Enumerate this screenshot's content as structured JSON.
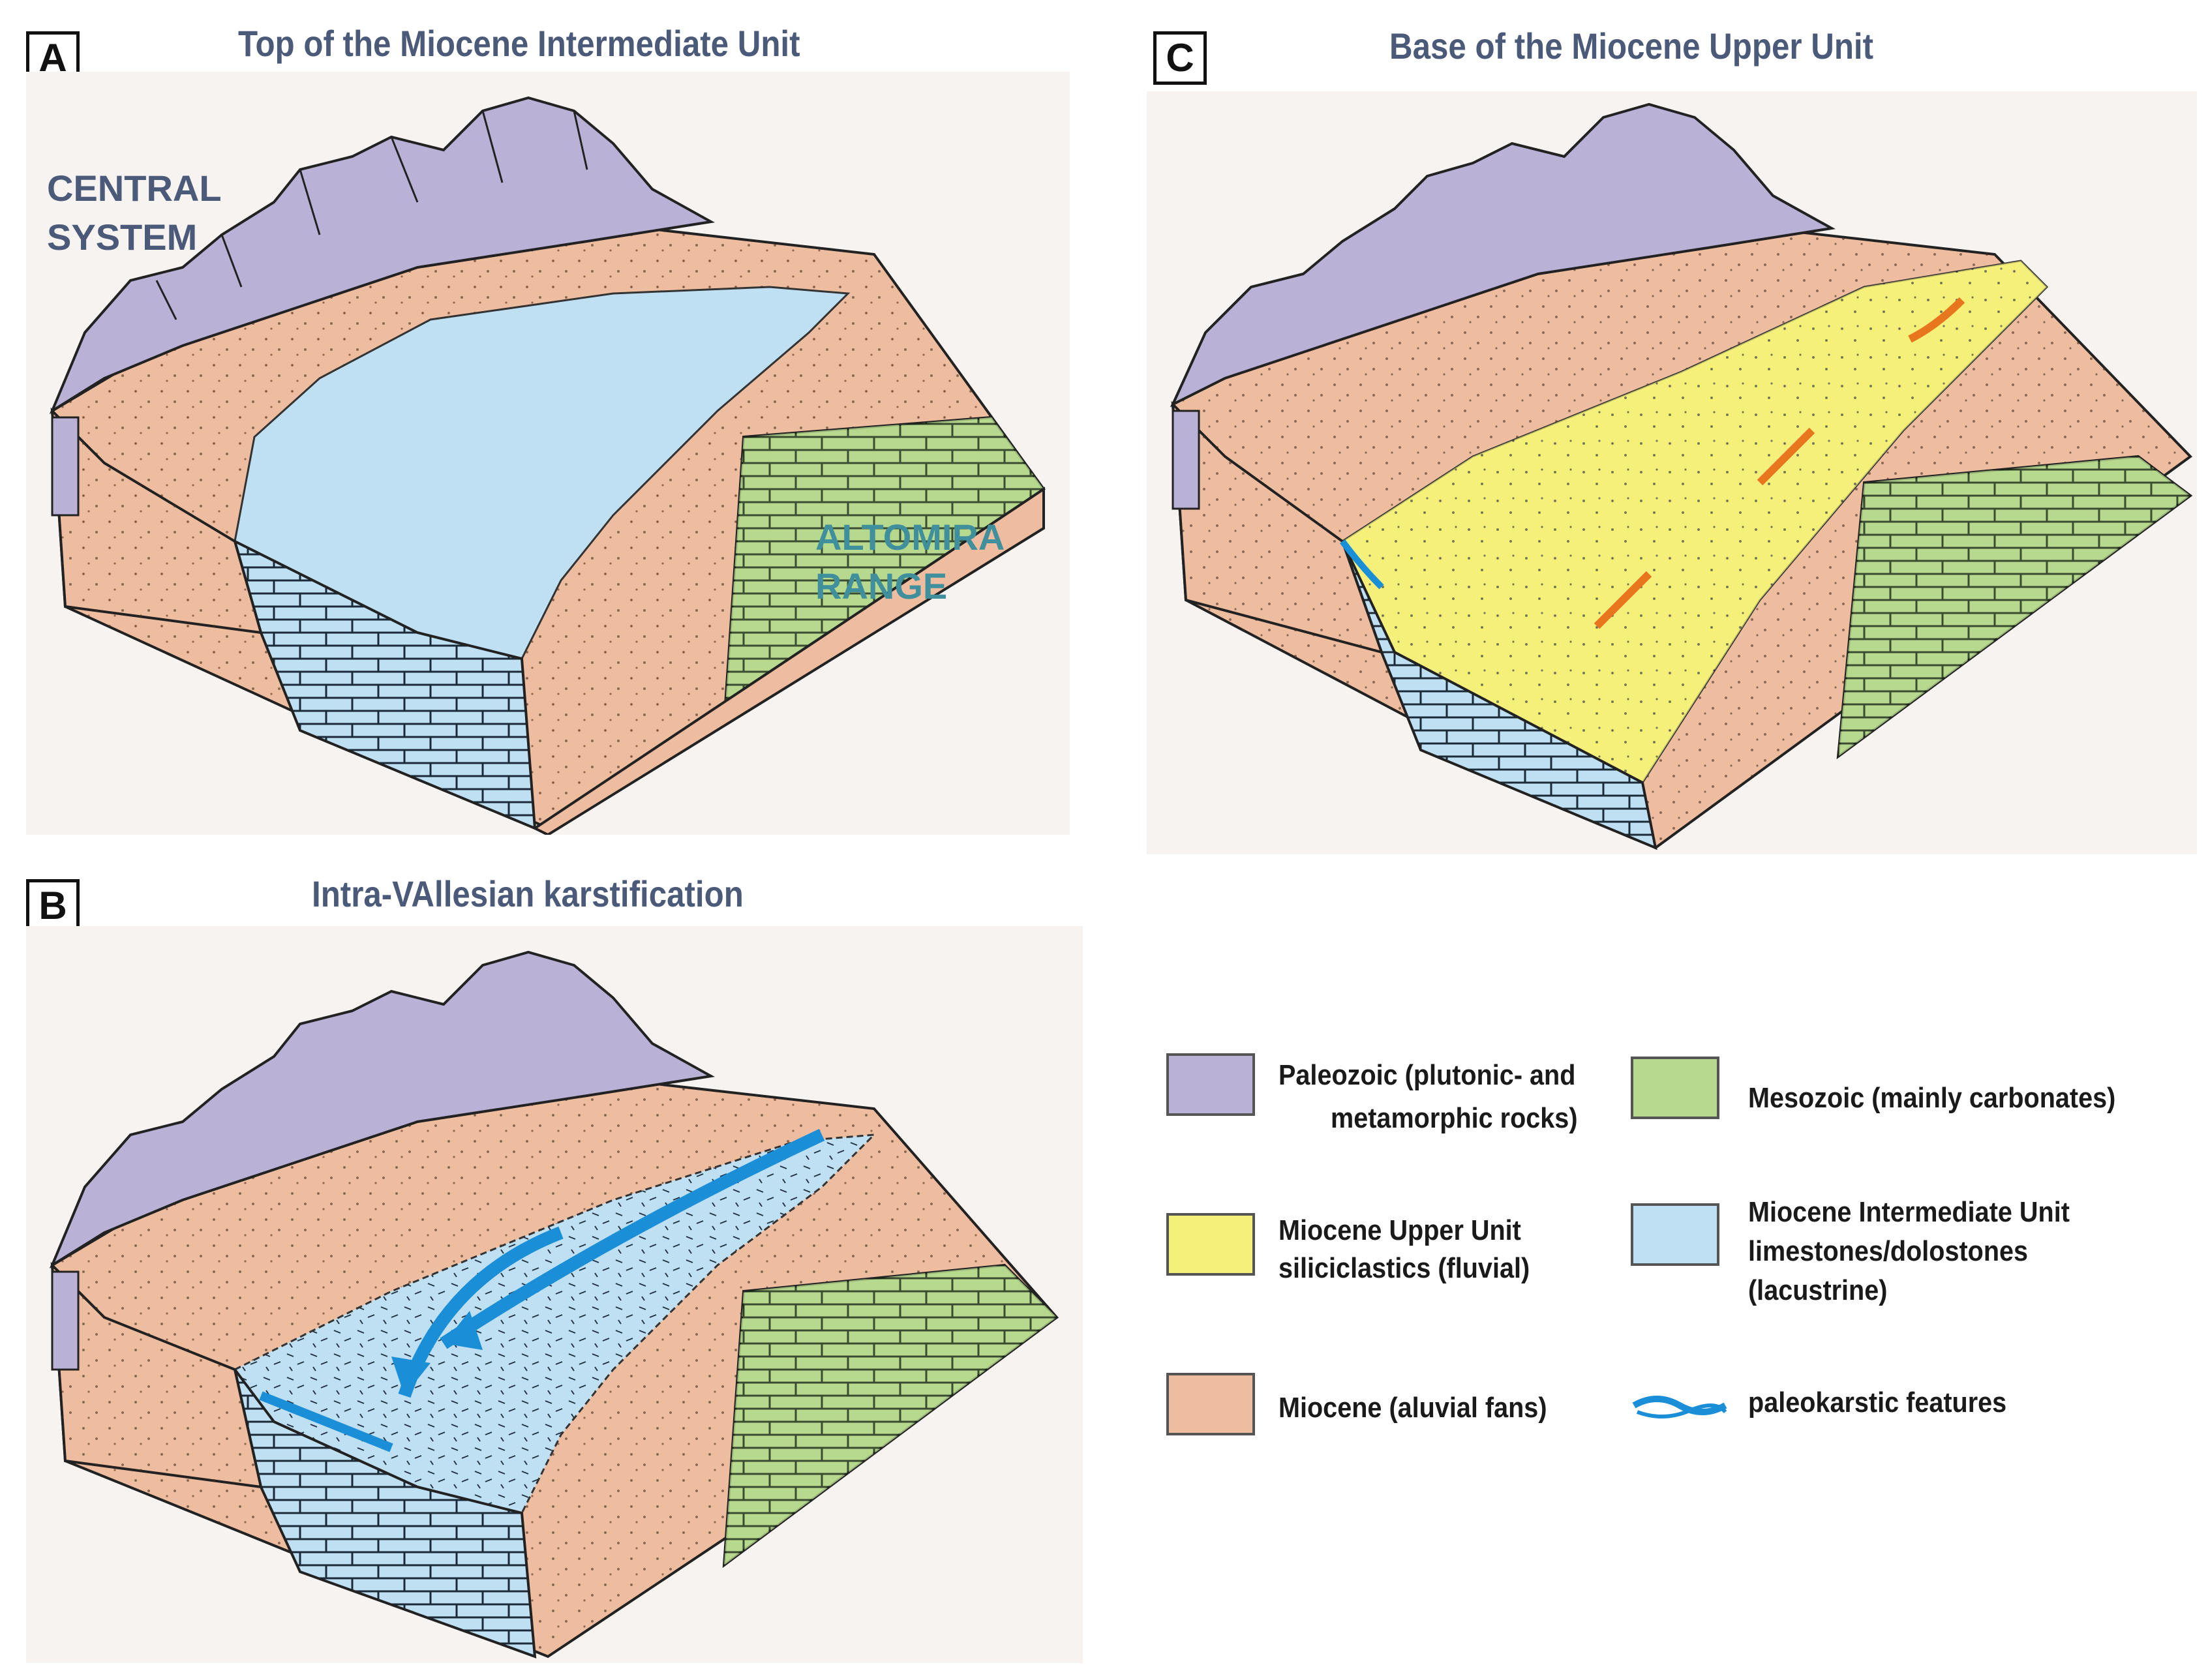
{
  "panels": {
    "a": {
      "letter": "A",
      "title": "Top of the Miocene Intermediate Unit"
    },
    "b": {
      "letter": "B",
      "title": "Intra-VAllesian karstification"
    },
    "c": {
      "letter": "C",
      "title": "Base of the Miocene Upper Unit"
    }
  },
  "labels": {
    "central_system_1": "CENTRAL",
    "central_system_2": "SYSTEM",
    "altomira_1": "ALTOMIRA",
    "altomira_2": "RANGE"
  },
  "legend": {
    "paleozoic_1": "Paleozoic (plutonic- and",
    "paleozoic_2": "metamorphic rocks)",
    "mesozoic": "Mesozoic (mainly carbonates)",
    "upper_1": "Miocene Upper Unit",
    "upper_2": "siliciclastics (fluvial)",
    "intermediate_1": "Miocene Intermediate Unit",
    "intermediate_2": "limestones/dolostones",
    "intermediate_3": "(lacustrine)",
    "alluvial": "Miocene   (aluvial fans)",
    "paleokarst": "paleokarstic features"
  },
  "colors": {
    "paleozoic": "#b9b2d6",
    "mesozoic": "#b7d98e",
    "upper_unit": "#f4f07a",
    "intermediate_unit": "#bfe0f2",
    "alluvial": "#eebda0",
    "paleokarst": "#1a8fd8",
    "flow_arrow": "#e8761e",
    "title_text": "#4a5a78",
    "label_central": "#4a5a78",
    "label_altomira": "#3f8f9c"
  }
}
